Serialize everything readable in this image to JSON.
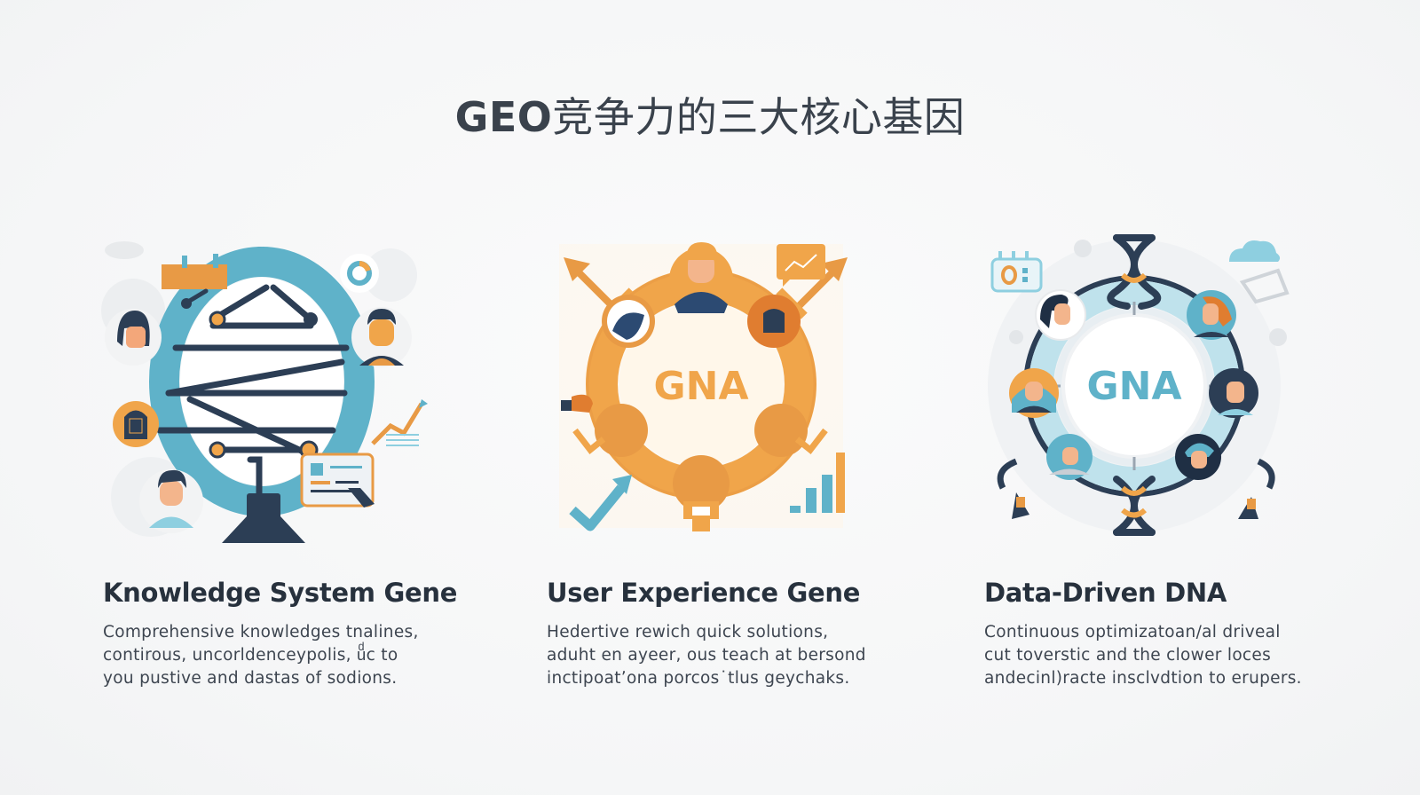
{
  "title": {
    "latin": "GEO",
    "cjk": "竞争力的三大核心基因"
  },
  "colors": {
    "navy": "#2c3e55",
    "teal": "#5fb2c9",
    "orange": "#f0a54a",
    "text_dark": "#27313d",
    "background": "#f6f7f8"
  },
  "cards": [
    {
      "title": "Knowledge System Gene",
      "description": [
        "Comprehensive knowledges tnalines,",
        "contirous, uncorldenceypolis, uͩc to",
        "you pustive and dastas of sodions."
      ],
      "illustration": {
        "icon": "dna-helix-ring-icon",
        "label": ""
      }
    },
    {
      "title": "User Experience Gene",
      "description": [
        "Hedertive rewich quick solutions,",
        "aduht en ayeer, ous teach at bersond",
        "inctipoatʼona porcos˙tlus geychaks."
      ],
      "illustration": {
        "icon": "user-ring-icon",
        "label": "GNA"
      }
    },
    {
      "title": "Data-Driven DNA",
      "description": [
        "Continuous optimizatoan/al driveal",
        "cut toverstic and the clower loces",
        "andecinl)racte insclvdtion to erupers."
      ],
      "illustration": {
        "icon": "dna-network-ring-icon",
        "label": "GNA"
      }
    }
  ]
}
